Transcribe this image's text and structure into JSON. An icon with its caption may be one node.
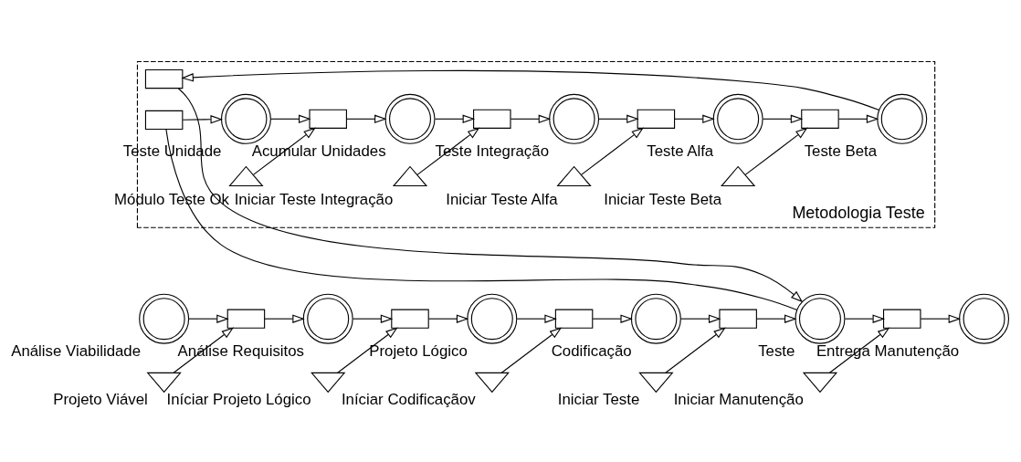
{
  "diagram": {
    "nodes": [
      {
        "text": [],
        "shape": "circle",
        "beside": [
          "Análise Viabilidade"
        ]
      },
      {
        "text": [],
        "shape": "triangle",
        "beside": [
          "Projeto Viável"
        ]
      },
      {
        "text": [],
        "shape": "box"
      },
      {
        "text": [],
        "shape": "circle",
        "beside": [
          "Análise Requisitos"
        ]
      },
      {
        "text": [],
        "shape": "triangle",
        "beside": [
          "Iníciar Projeto Lógico"
        ]
      },
      {
        "text": [],
        "shape": "box"
      },
      {
        "text": [],
        "shape": "circle",
        "beside": [
          "Projeto Lógico"
        ]
      },
      {
        "text": [],
        "shape": "triangle",
        "beside": [
          "Iníciar Codificaçãov"
        ]
      },
      {
        "text": [],
        "shape": "box"
      },
      {
        "text": [],
        "shape": "circle",
        "beside": [
          "Codificação"
        ]
      },
      {
        "text": [],
        "shape": "triangle",
        "beside": [
          "Iniciar Teste"
        ]
      },
      {
        "text": [],
        "shape": "box"
      },
      {
        "text": [],
        "shape": "circle",
        "beside": [
          "Teste"
        ]
      },
      {
        "text": [],
        "shape": "triangle",
        "beside": [
          "Iniciar Manutenção"
        ]
      },
      {
        "text": [],
        "shape": "box"
      },
      {
        "text": [],
        "shape": "circle",
        "beside": [
          "Entrega Manutenção"
        ]
      },
      {
        "text": [
          "Metodologia Teste"
        ]
      },
      {
        "text": [],
        "shape": "box",
        "in": 16
      },
      {
        "text": [],
        "shape": "box",
        "in": 16
      },
      {
        "text": [],
        "shape": "circle",
        "beside": [
          "Teste Unidade"
        ],
        "in": 16
      },
      {
        "text": [],
        "shape": "triangle",
        "beside": [
          "Módulo Teste Ok"
        ],
        "in": 16
      },
      {
        "text": [],
        "shape": "box",
        "in": 16
      },
      {
        "text": [],
        "shape": "circle",
        "beside": [
          "Acumular Unidades"
        ],
        "in": 16
      },
      {
        "text": [],
        "shape": "triangle",
        "beside": [
          "Iniciar Teste Integração"
        ],
        "in": 16
      },
      {
        "text": [],
        "shape": "box",
        "in": 16
      },
      {
        "text": [],
        "shape": "circle",
        "beside": [
          "Teste Integração"
        ],
        "in": 16
      },
      {
        "text": [],
        "shape": "triangle",
        "beside": [
          "Iniciar Teste Alfa"
        ],
        "in": 16
      },
      {
        "text": [],
        "shape": "box",
        "in": 16
      },
      {
        "text": [],
        "shape": "circle",
        "beside": [
          "Teste Alfa"
        ],
        "in": 16
      },
      {
        "text": [],
        "shape": "triangle",
        "beside": [
          "Iniciar Teste Beta"
        ],
        "in": 16
      },
      {
        "text": [],
        "shape": "box",
        "in": 16
      },
      {
        "text": [],
        "shape": "circle",
        "beside": [
          "Teste Beta"
        ],
        "in": 16
      }
    ],
    "edges": [
      {
        "from": 0,
        "to": 2,
        "arrow": "to"
      },
      {
        "from": 1,
        "to": 2,
        "arrow": "to"
      },
      {
        "from": 2,
        "to": 3,
        "arrow": "to"
      },
      {
        "from": 3,
        "to": 5,
        "arrow": "to"
      },
      {
        "from": 4,
        "to": 5,
        "arrow": "to"
      },
      {
        "from": 5,
        "to": 6,
        "arrow": "to"
      },
      {
        "from": 6,
        "to": 8,
        "arrow": "to"
      },
      {
        "from": 7,
        "to": 8,
        "arrow": "to"
      },
      {
        "from": 8,
        "to": 9,
        "arrow": "to"
      },
      {
        "from": 9,
        "to": 11,
        "arrow": "to"
      },
      {
        "from": 10,
        "to": 11,
        "arrow": "to"
      },
      {
        "from": 11,
        "to": 12,
        "arrow": "to"
      },
      {
        "from": 12,
        "to": 14,
        "arrow": "to"
      },
      {
        "from": 13,
        "to": 14,
        "arrow": "to"
      },
      {
        "from": 14,
        "to": 15,
        "arrow": "to"
      },
      {
        "from": 12,
        "to": 18,
        "arrow": "none"
      },
      {
        "from": 17,
        "to": 12,
        "arrow": "to"
      },
      {
        "from": 31,
        "to": 17,
        "arrow": "to"
      },
      {
        "from": 18,
        "to": 19,
        "arrow": "to"
      },
      {
        "from": 19,
        "to": 21,
        "arrow": "to"
      },
      {
        "from": 20,
        "to": 21,
        "arrow": "to"
      },
      {
        "from": 21,
        "to": 22,
        "arrow": "to"
      },
      {
        "from": 22,
        "to": 24,
        "arrow": "to"
      },
      {
        "from": 23,
        "to": 24,
        "arrow": "to"
      },
      {
        "from": 24,
        "to": 25,
        "arrow": "to"
      },
      {
        "from": 25,
        "to": 27,
        "arrow": "to"
      },
      {
        "from": 26,
        "to": 27,
        "arrow": "to"
      },
      {
        "from": 27,
        "to": 28,
        "arrow": "to"
      },
      {
        "from": 28,
        "to": 30,
        "arrow": "to"
      },
      {
        "from": 29,
        "to": 30,
        "arrow": "to"
      },
      {
        "from": 30,
        "to": 31,
        "arrow": "to"
      }
    ]
  }
}
